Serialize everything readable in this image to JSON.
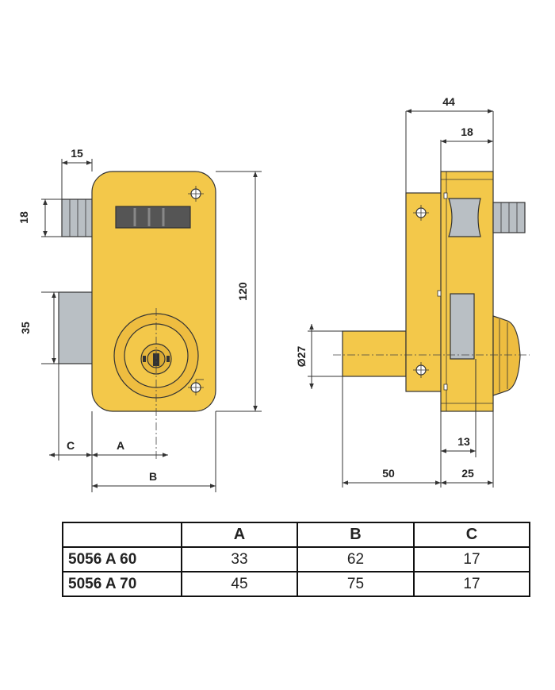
{
  "colors": {
    "body": "#f3c84a",
    "body_shade": "#e2b238",
    "steel": "#b9bfc4",
    "steel_dark": "#8e959b",
    "line": "#333333"
  },
  "front_view": {
    "dim_bolt_width": "15",
    "dim_bolt_height": "18",
    "dim_latch_height": "35",
    "dim_case_height": "120",
    "dim_c": "C",
    "dim_a": "A",
    "dim_b": "B"
  },
  "side_view": {
    "dim_total_depth": "44",
    "dim_bolt_depth": "18",
    "dim_cylinder_diameter": "Ø27",
    "dim_faceplate": "13",
    "dim_cylinder_length": "50",
    "dim_rosette": "25"
  },
  "table": {
    "headers": [
      "",
      "A",
      "B",
      "C"
    ],
    "rows": [
      {
        "model": "5056 A 60",
        "a": "33",
        "b": "62",
        "c": "17"
      },
      {
        "model": "5056 A 70",
        "a": "45",
        "b": "75",
        "c": "17"
      }
    ]
  }
}
